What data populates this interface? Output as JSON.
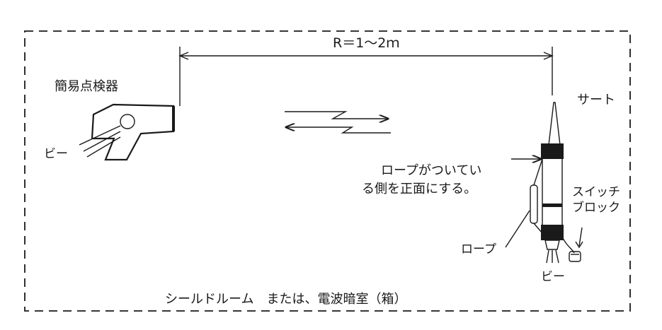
{
  "distance_label": "R＝1～2ｍ",
  "tester": {
    "title": "簡易点検器",
    "beep_label": "ビー"
  },
  "device": {
    "name_label": "サート",
    "beep_label": "ビー",
    "rope_label": "ロープ",
    "switch_block_line1": "スイッチ",
    "switch_block_line2": "ブロック"
  },
  "instruction": {
    "line1": "ロープがついてい",
    "line2": "る側を正面にする。"
  },
  "footer_label": "シールドルーム　または、電波暗室（箱）",
  "colors": {
    "ink": "#1a1a1a",
    "background": "#ffffff"
  }
}
